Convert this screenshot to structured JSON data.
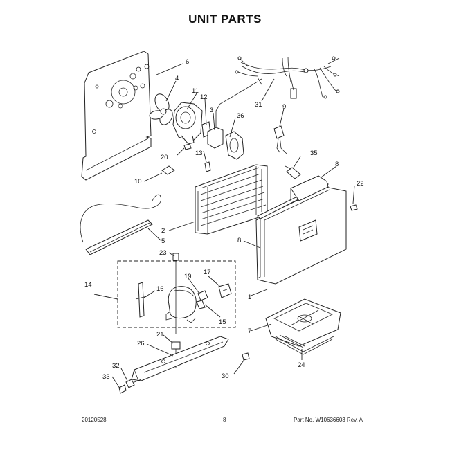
{
  "title": "UNIT PARTS",
  "footer": {
    "date": "20120528",
    "page": "8",
    "part_no": "Part No. W10636603  Rev. A"
  },
  "callouts": {
    "c1": "1",
    "c2": "2",
    "c3": "3",
    "c4": "4",
    "c5": "5",
    "c6": "6",
    "c7": "7",
    "c8a": "8",
    "c8b": "8",
    "c9": "9",
    "c10": "10",
    "c11": "11",
    "c12": "12",
    "c13": "13",
    "c14": "14",
    "c15": "15",
    "c16": "16",
    "c17": "17",
    "c19": "19",
    "c20": "20",
    "c21": "21",
    "c22": "22",
    "c23": "23",
    "c24": "24",
    "c26": "26",
    "c30": "30",
    "c31": "31",
    "c32": "32",
    "c33": "33",
    "c35": "35",
    "c36": "36"
  }
}
